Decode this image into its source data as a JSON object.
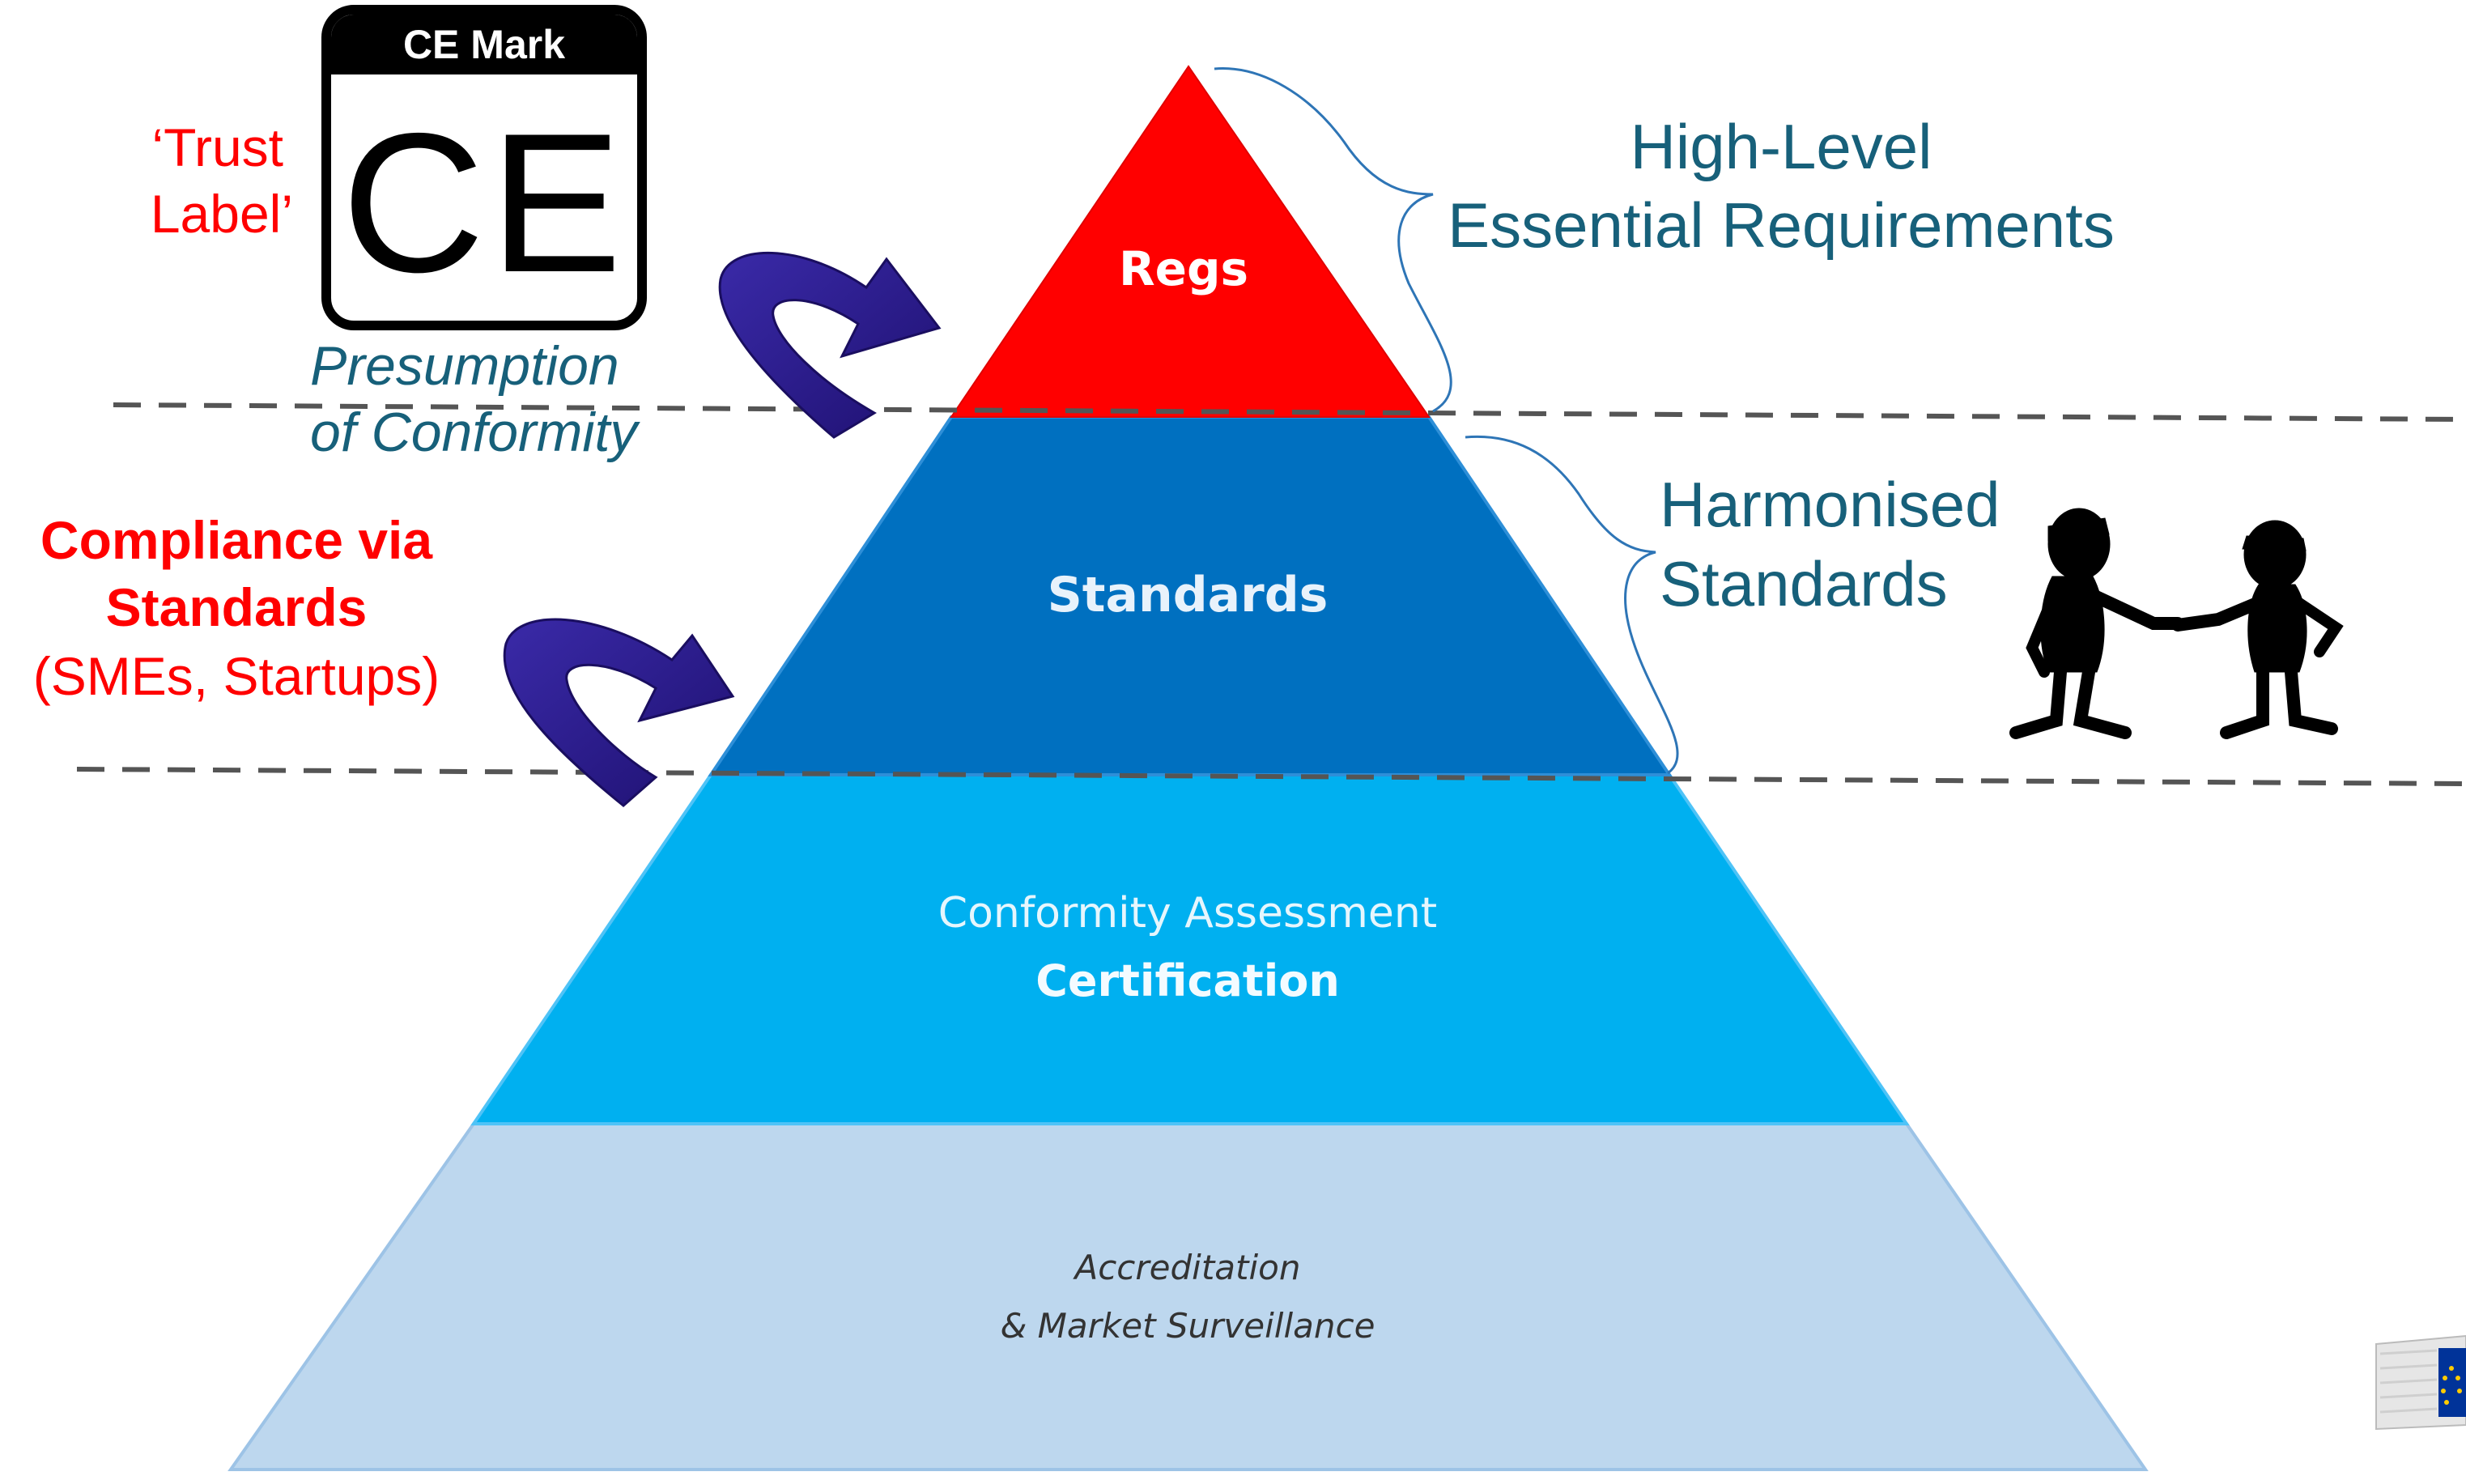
{
  "ce_mark": {
    "header": "CE Mark",
    "symbol": "CE",
    "trust_label": [
      "‘Trust",
      "Label’"
    ],
    "presumption": [
      "Presumption",
      "of Conformity"
    ]
  },
  "compliance": {
    "line1": "Compliance via",
    "line2": "Standards",
    "line3": "(SMEs, Startups)"
  },
  "pyramid": {
    "regs": "Regs",
    "standards": "Standards",
    "conformity_line1": "Conformity Assessment",
    "conformity_line2": "Certification",
    "accreditation_line1": "Accreditation",
    "accreditation_line2": "& Market Surveillance"
  },
  "right_labels": {
    "high_level": [
      "High-Level",
      "Essential Requirements"
    ],
    "harmonised": [
      "Harmonised",
      "Standards"
    ]
  },
  "colors": {
    "regs": "#ff0000",
    "standards": "#0070c0",
    "conformity": "#00b0f0",
    "accreditation": "#bdd7ee",
    "teal_text": "#17607a",
    "red_text": "#ff0000",
    "arrow": "#2e1a8a"
  },
  "icons": {
    "handshake": "handshake-figures-icon",
    "eu_logo": "eu-commission-logo-icon",
    "arrow": "curved-arrow-icon"
  }
}
